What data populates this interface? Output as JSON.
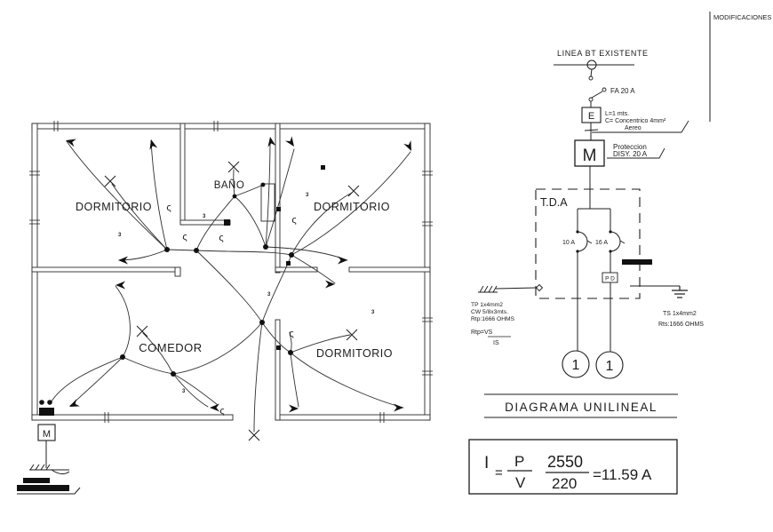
{
  "modifications": {
    "label": "MODIFICACIONES"
  },
  "floor_plan": {
    "rooms": {
      "dormitorio_tl": "DORMITORIO",
      "bano": "BAÑO",
      "dormitorio_tr": "DORMITORIO",
      "comedor": "COMEDOR",
      "dormitorio_br": "DORMITORIO"
    },
    "meter_label": "M",
    "switch_glyph": "ς",
    "circuit_tag": "3"
  },
  "single_line_diagram": {
    "linea_label": "LINEA BT EXISTENTE",
    "fuse_label": "FA  20 A",
    "e_box_label": "E",
    "e_note_1": "L=1 mts.",
    "e_note_2": "C= Concentrico 4mm²",
    "e_note_3": "Aereo",
    "m_box_label": "M",
    "m_note_1": "Proteccion",
    "m_note_2": "DISY. 20 A",
    "panel_label": "T.D.A",
    "breaker_1": "10 A",
    "breaker_2": "16 A",
    "pd_label": "P D",
    "tp_note_1": "TP 1x4mm2",
    "tp_note_2": "CW 5/8x3mts.",
    "tp_note_3": "Rtp:1666 OHMS",
    "tp_formula_lhs": "Rtp=VS",
    "tp_formula_den": "IS",
    "ts_note_1": "TS 1x4mm2",
    "ts_note_2": "Rts:1666 OHMS",
    "circuit_1": "1",
    "circuit_2": "1"
  },
  "title_block": {
    "title": "DIAGRAMA UNILINEAL"
  },
  "formula": {
    "lhs": "I",
    "eq": "=",
    "num1": "P",
    "den1": "V",
    "num2": "2550",
    "den2": "220",
    "result": "=11.59 A"
  },
  "colors": {
    "ink": "#1c1c1c",
    "paper": "#ffffff"
  }
}
